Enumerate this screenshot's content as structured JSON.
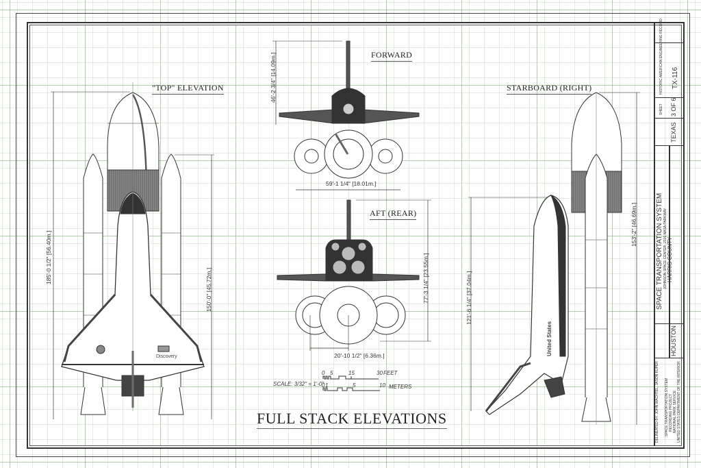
{
  "sheet": {
    "title": "FULL STACK ELEVATIONS",
    "grid_color": "#8fb283",
    "line_color": "#333333"
  },
  "views": {
    "top": {
      "title": "\"TOP\" ELEVATION",
      "dim_overall": "185'-0 1/2\" [56.40m.]",
      "dim_srb": "150'-0\" [45.72m.]",
      "orbiter_name": "Discovery"
    },
    "forward": {
      "title": "FORWARD",
      "dim_height": "46'-2 3/4\" [14.09m.]",
      "dim_span": "59'-1 1/4\" [18.01m.]"
    },
    "aft": {
      "title": "AFT (REAR)",
      "dim_height": "77'-3 1/4\" [23.55m.]",
      "dim_srb_spacing": "20'-10 1/2\" [6.36m.]"
    },
    "starboard": {
      "title": "STARBOARD (RIGHT)",
      "dim_overall": "153'-2\" [46.69m.]",
      "dim_orbiter": "121'-6 1/4\" [37.04m.]",
      "orbiter_marking": "United States"
    }
  },
  "scale": {
    "label": "SCALE: 3/32\" = 1'-0\"",
    "feet_ticks": [
      "0",
      "5",
      "15",
      "30"
    ],
    "feet_unit": "FEET",
    "meter_ticks": [
      "0",
      "1",
      "5",
      "10"
    ],
    "meter_unit": "METERS"
  },
  "title_block": {
    "survey_number": "TX-116",
    "record_name": "HISTORIC AMERICAN ENGINEERING RECORD",
    "sheet_label": "SHEET",
    "sheet_number": "3 OF 6",
    "state": "TEXAS",
    "project_title": "SPACE TRANSPORTATION SYSTEM",
    "project_location": "JOHNSON SPACE CENTER, 2101 NASA PARKWAY",
    "county": "HARRIS COUNTY",
    "city": "HOUSTON",
    "delineated_by": "DELINEATED BY:  JOHN WACHTEL, JASON KUPER",
    "agency_lines": [
      "SPACE TRANSPORTATION SYSTEM",
      "RECORDING PROJECT",
      "NATIONAL PARK SERVICE",
      "UNITED STATES DEPARTMENT OF THE INTERIOR"
    ]
  }
}
